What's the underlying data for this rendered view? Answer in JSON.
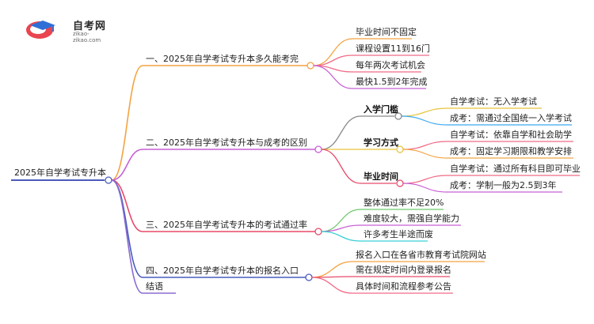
{
  "logo": {
    "title": "自考网",
    "url_text": "zikao-zikao.com",
    "icon": "graduation-cap-icon",
    "colors": {
      "red": "#e8454f",
      "blue": "#2f6fd6"
    }
  },
  "root": {
    "label": "2025年自学考试专升本",
    "color": "#4a5bbd"
  },
  "branches": [
    {
      "id": "b1",
      "label": "一、2025年自学考试专升本多久能考完",
      "color": "#f4a340",
      "children": [
        {
          "label": "毕业时间不固定",
          "color": "#f4a340"
        },
        {
          "label": "课程设置11到16门",
          "color": "#f06a86"
        },
        {
          "label": "每年两次考试机会",
          "color": "#f06a86"
        },
        {
          "label": "最快1.5到2年完成",
          "color": "#c85fd4"
        }
      ]
    },
    {
      "id": "b2",
      "label": "二、2025年自学考试专升本与成考的区别",
      "color": "#c85fd4",
      "children": [
        {
          "label": "入学门槛",
          "color": "#888888",
          "children": [
            {
              "label": "自学考试：无入学考试",
              "color": "#e8c43a"
            },
            {
              "label": "成考：需通过全国统一入学考试",
              "color": "#3aa8f0"
            }
          ]
        },
        {
          "label": "学习方式",
          "color": "#e8c43a",
          "children": [
            {
              "label": "自学考试：依靠自学和社会助学",
              "color": "#f06a86"
            },
            {
              "label": "成考：固定学习期限和教学安排",
              "color": "#f4a340"
            }
          ]
        },
        {
          "label": "毕业时间",
          "color": "#e84a6a",
          "children": [
            {
              "label": "自学考试：通过所有科目即可毕业",
              "color": "#f06a86"
            },
            {
              "label": "成考：学制一般为2.5到3年",
              "color": "#c85fd4"
            }
          ]
        }
      ]
    },
    {
      "id": "b3",
      "label": "三、2025年自学考试专升本的考试通过率",
      "color": "#e84a6a",
      "children": [
        {
          "label": "整体通过率不足20%",
          "color": "#6fc96f"
        },
        {
          "label": "难度较大，需强自学能力",
          "color": "#c85fd4"
        },
        {
          "label": "许多考生半途而废",
          "color": "#3ad0d8"
        }
      ]
    },
    {
      "id": "b4",
      "label": "四、2025年自学考试专升本的报名入口",
      "color": "#4a5bbd",
      "children": [
        {
          "label": "报名入口在各省市教育考试院网站",
          "color": "#f4a340"
        },
        {
          "label": "需在规定时间内登录报名",
          "color": "#e84a6a"
        },
        {
          "label": "具体时间和流程参考公告",
          "color": "#f06a86"
        }
      ]
    },
    {
      "id": "b5",
      "label": "结语",
      "color": "#8a6cd0",
      "children": []
    }
  ]
}
